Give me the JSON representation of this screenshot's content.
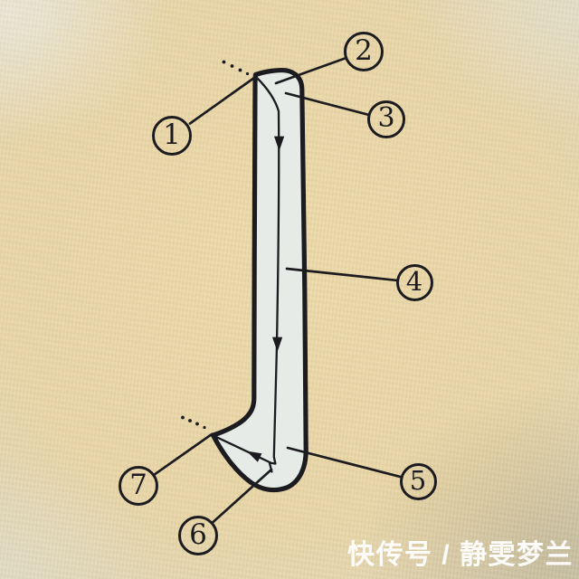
{
  "diagram": {
    "markers": [
      {
        "label": "1"
      },
      {
        "label": "2"
      },
      {
        "label": "3"
      },
      {
        "label": "4"
      },
      {
        "label": "5"
      },
      {
        "label": "6"
      },
      {
        "label": "7"
      }
    ]
  },
  "watermark": {
    "text": "快传号 / 静雯梦兰"
  },
  "colors": {
    "paper_center": "#ecd9a8",
    "paper_edge": "#e3e0cf",
    "ink": "#1c1c20",
    "stroke_fill": "#e7ebe8",
    "watermark": "#ffffff"
  }
}
